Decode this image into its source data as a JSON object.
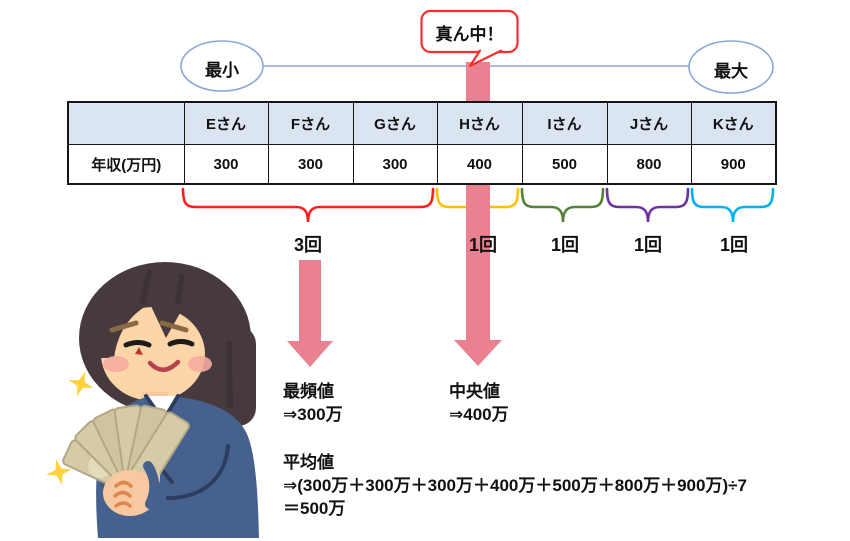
{
  "bubble": {
    "text": "真ん中！"
  },
  "min_label": "最小",
  "max_label": "最大",
  "table": {
    "corner": "",
    "row_header": "年収(万円)",
    "columns": [
      "Eさん",
      "Fさん",
      "Gさん",
      "Hさん",
      "Iさん",
      "Jさん",
      "Kさん"
    ],
    "values": [
      "300",
      "300",
      "300",
      "400",
      "500",
      "800",
      "900"
    ]
  },
  "braces": [
    {
      "count": "3回",
      "color": "#ff1f1f"
    },
    {
      "count": "1回",
      "color": "#ffc000"
    },
    {
      "count": "1回",
      "color": "#538135"
    },
    {
      "count": "1回",
      "color": "#7030a0"
    },
    {
      "count": "1回",
      "color": "#00b0f0"
    }
  ],
  "results": {
    "mode": {
      "label": "最頻値",
      "value": "⇒300万"
    },
    "median": {
      "label": "中央値",
      "value": "⇒400万"
    },
    "mean": {
      "label": "平均値",
      "formula": "⇒(300万＋300万＋300万＋400万＋500万＋800万＋900万)÷7",
      "result": "＝500万"
    }
  },
  "colors": {
    "header_bg": "#dbe5f2",
    "arrow_fill": "#ea8190",
    "arrow_stroke": "#8d93af",
    "line_blue": "#8aa5d6",
    "bubble_border": "#fb2e2e",
    "table_border": "#151515"
  },
  "illustration": {
    "name": "woman-holding-money-fan",
    "sparkle_color": "#ffd23e"
  }
}
